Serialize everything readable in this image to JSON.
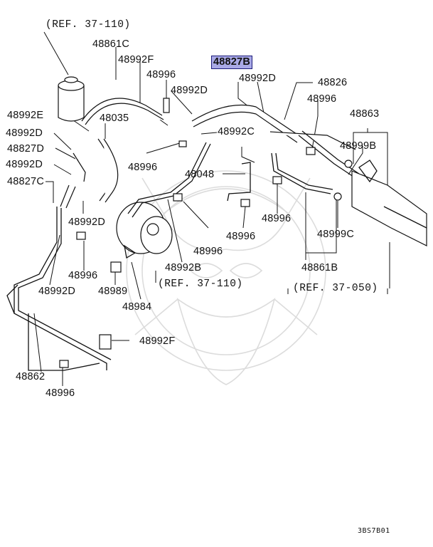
{
  "diagram": {
    "highlighted_part": "48827B",
    "references": {
      "ref_top": "(REF. 37-110)",
      "ref_center": "(REF. 37-110)",
      "ref_right": "(REF. 37-050)"
    },
    "labels": {
      "p48861C": "48861C",
      "p48992F_top": "48992F",
      "p48996_a": "48996",
      "p48992D_a": "48992D",
      "p48827B": "48827B",
      "p48992D_b": "48992D",
      "p48826": "48826",
      "p48996_b": "48996",
      "p48863": "48863",
      "p48992E": "48992E",
      "p48035": "48035",
      "p48992D_c": "48992D",
      "p48827D": "48827D",
      "p48992D_d": "48992D",
      "p48827C": "48827C",
      "p48996_c": "48996",
      "p48992C": "48992C",
      "p48999B": "48999B",
      "p48048": "48048",
      "p48996_d": "48996",
      "p48992D_e": "48992D",
      "p48996_e": "48996",
      "p48996_f": "48996",
      "p48999C": "48999C",
      "p48996_g": "48996",
      "p48992D_f": "48992D",
      "p48989": "48989",
      "p48992B": "48992B",
      "p48861B": "48861B",
      "p48984": "48984",
      "p48992F_bottom": "48992F",
      "p48862": "48862",
      "p48996_h": "48996"
    },
    "drawing_code": "3BS7B01"
  }
}
